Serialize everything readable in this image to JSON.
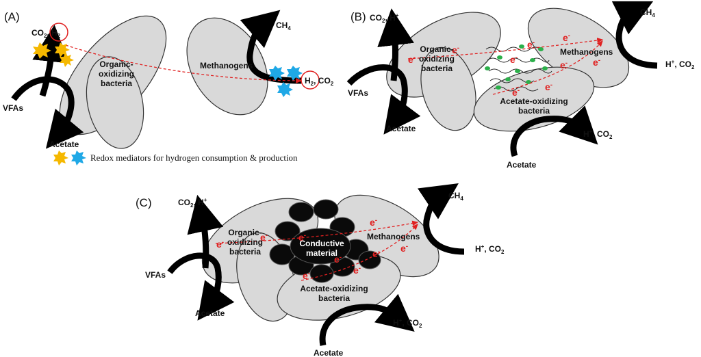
{
  "panels": {
    "a": {
      "label": "(A)",
      "co2_h2": "CO",
      "co2_h2_sub": "2",
      "co2_h2_rest": ", H",
      "co2_h2_rest_sub": "2",
      "oob_1": "Organic-",
      "oob_2": "oxidizing",
      "oob_3": "bacteria",
      "vfas": "VFAs",
      "acetate": "Acetate",
      "methanogens": "Methanogens",
      "ch4": "CH",
      "ch4_sub": "4",
      "h2co2_h": "H",
      "h2co2_h_sub": "2",
      "h2co2_co": ", CO",
      "h2co2_co_sub": "2",
      "legend": "Redox mediators for hydrogen consumption & production"
    },
    "b": {
      "label": "(B)",
      "co2h": "CO",
      "co2h_sub": "2",
      "co2h_rest": ", H",
      "co2h_sup": "+",
      "oob_1": "Organic-",
      "oob_2": "oxidizing",
      "oob_3": "bacteria",
      "vfas": "VFAs",
      "acetate": "Acetate",
      "methanogens": "Methanogens",
      "ch4": "CH",
      "ch4_sub": "4",
      "hco2_h": "H",
      "hco2_sup": "+",
      "hco2_rest": ", CO",
      "hco2_sub": "2",
      "aob_1": "Acetate-oxidizing",
      "aob_2": "bacteria",
      "hco2b_h": "H",
      "hco2b_sup": "+",
      "hco2b_rest": ", CO",
      "hco2b_sub": "2",
      "acetate2": "Acetate"
    },
    "c": {
      "label": "(C)",
      "co2h": "CO",
      "co2h_sub": "2",
      "co2h_rest": ", H",
      "co2h_sup": "+",
      "oob_1": "Organic-",
      "oob_2": "oxidizing",
      "oob_3": "bacteria",
      "vfas": "VFAs",
      "acetate": "Acetate",
      "conductive_1": "Conductive",
      "conductive_2": "material",
      "methanogens": "Methanogens",
      "ch4": "CH",
      "ch4_sub": "4",
      "hco2_h": "H",
      "hco2_sup": "+",
      "hco2_rest": ", CO",
      "hco2_sub": "2",
      "aob_1": "Acetate-oxidizing",
      "aob_2": "bacteria",
      "hco2b_h": "H",
      "hco2b_sup": "+",
      "hco2b_rest": ", CO",
      "hco2b_sub": "2",
      "acetate2": "Acetate"
    }
  },
  "electron": "e",
  "electron_sup": "-",
  "colors": {
    "cell_fill": "#d9d9d9",
    "electron_flow": "#e02020",
    "mediator_yellow": "#f5b800",
    "mediator_blue": "#1fa8e6",
    "pili_node": "#2bb04a",
    "conductive_ball": "#0a0a0a"
  }
}
